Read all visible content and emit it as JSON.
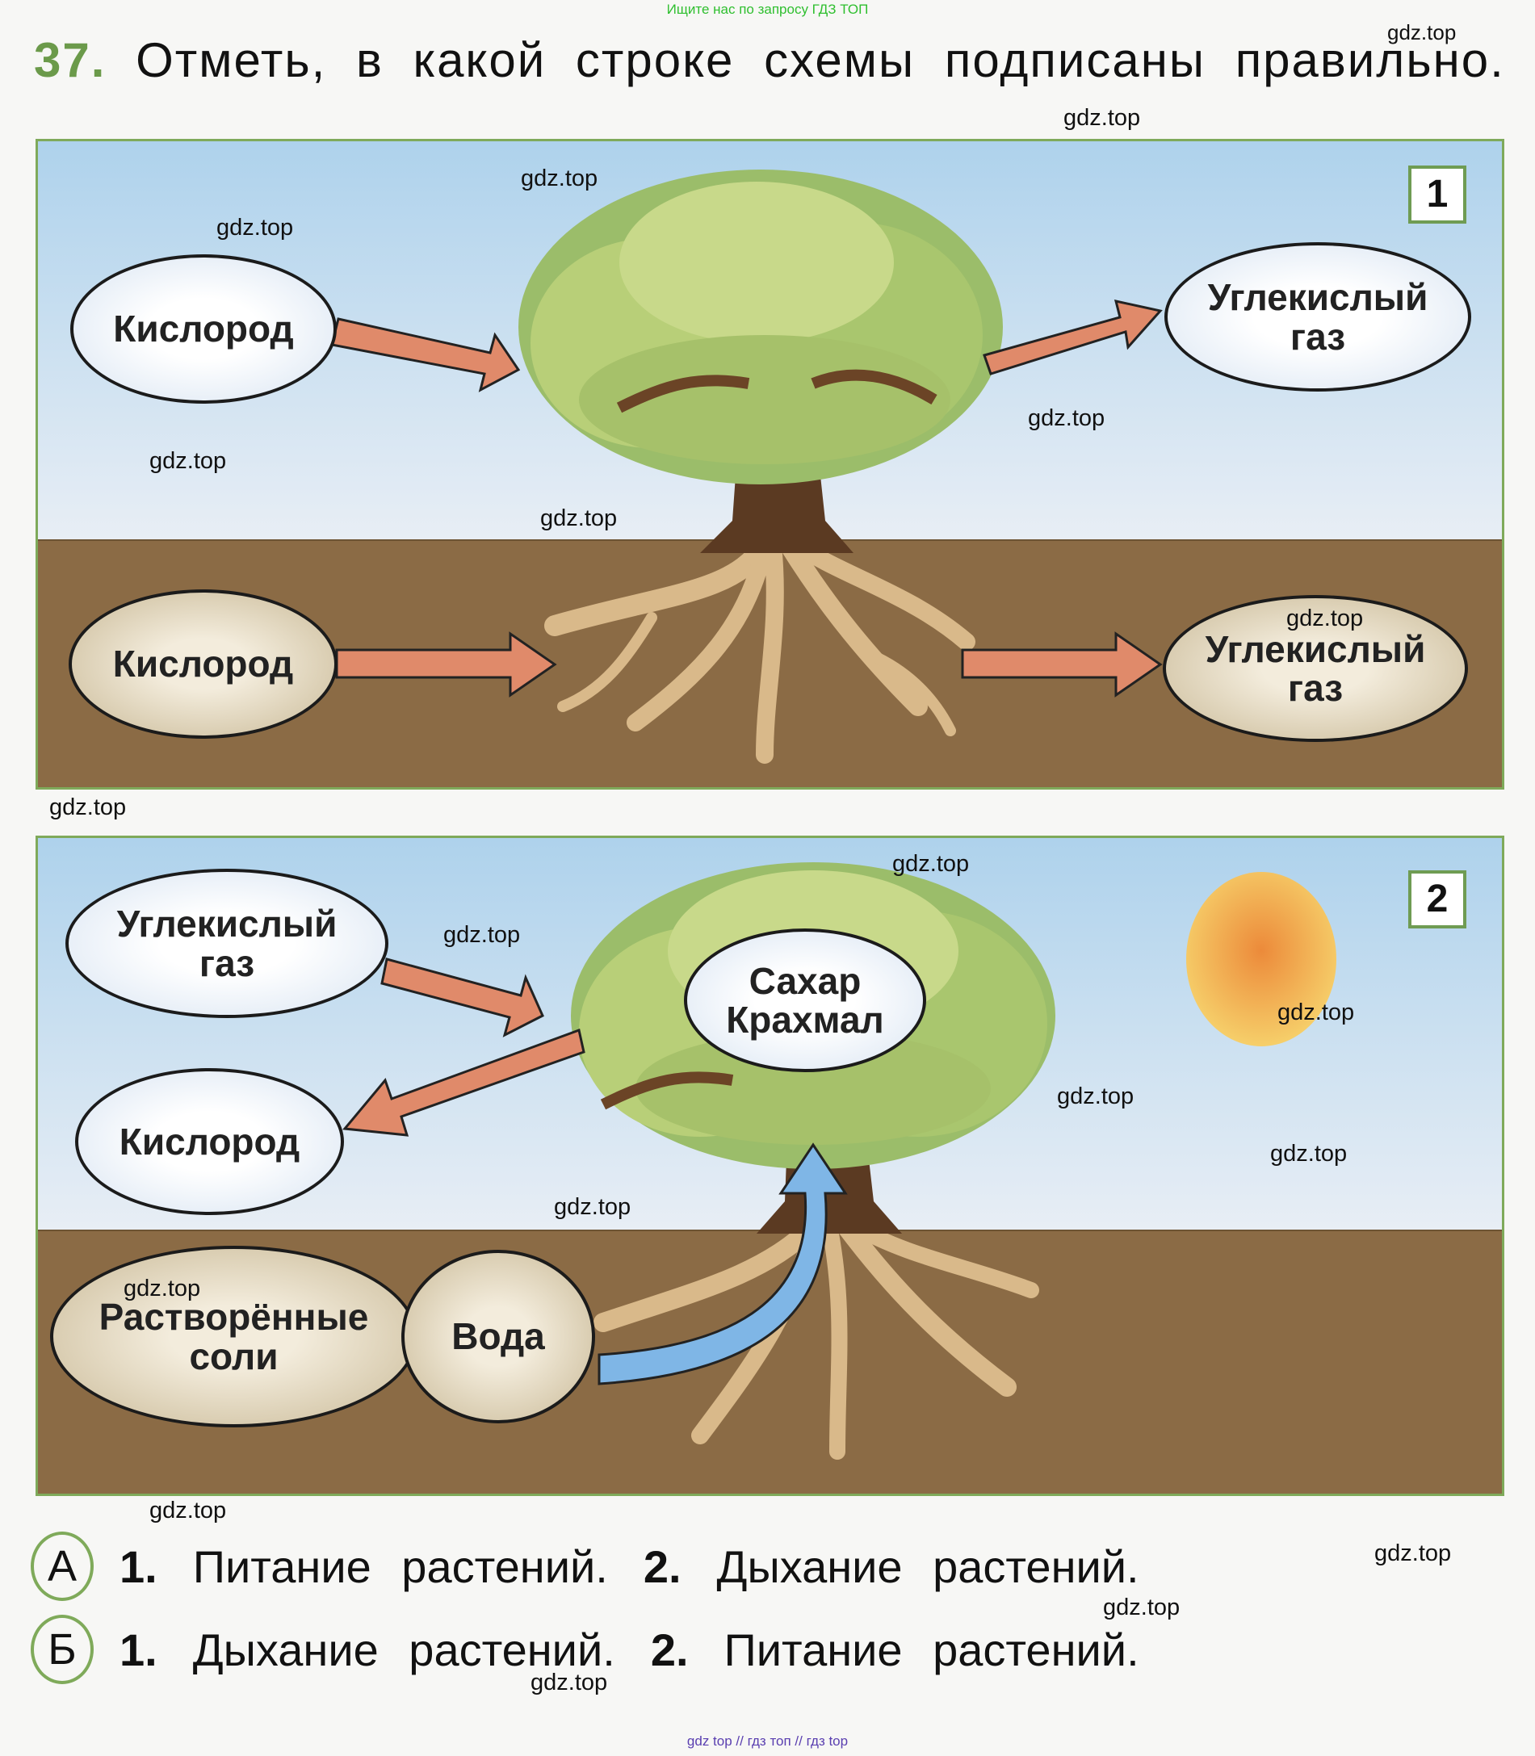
{
  "banner": "Ищите нас по запросу ГДЗ ТОП",
  "task": {
    "number": "37.",
    "question": "Отметь, в какой строке схемы подписаны правильно."
  },
  "panel1": {
    "number": "1",
    "sky_left": "Кислород",
    "sky_right_line1": "Углекислый",
    "sky_right_line2": "газ",
    "ground_left": "Кислород",
    "ground_right_line1": "Углекислый",
    "ground_right_line2": "газ"
  },
  "panel2": {
    "number": "2",
    "sky_left_top_line1": "Углекислый",
    "sky_left_top_line2": "газ",
    "sky_left_bottom": "Кислород",
    "center_line1": "Сахар",
    "center_line2": "Крахмал",
    "ground_salts_line1": "Растворённые",
    "ground_salts_line2": "соли",
    "ground_water": "Вода"
  },
  "answers": [
    {
      "letter": "А",
      "n1": "1.",
      "t1": "Питание растений.",
      "n2": "2.",
      "t2": "Дыхание растений."
    },
    {
      "letter": "Б",
      "n1": "1.",
      "t1": "Дыхание растений.",
      "n2": "2.",
      "t2": "Питание растений."
    }
  ],
  "watermark": "gdz.top",
  "footer": "gdz top  //  гдз топ  //  гдз top",
  "colors": {
    "accent_green": "#7faa5a",
    "arrow_orange": "#e08a6a",
    "arrow_blue": "#7fb6e6",
    "ground": "#8b6b45",
    "sky": "#aed2ec"
  }
}
